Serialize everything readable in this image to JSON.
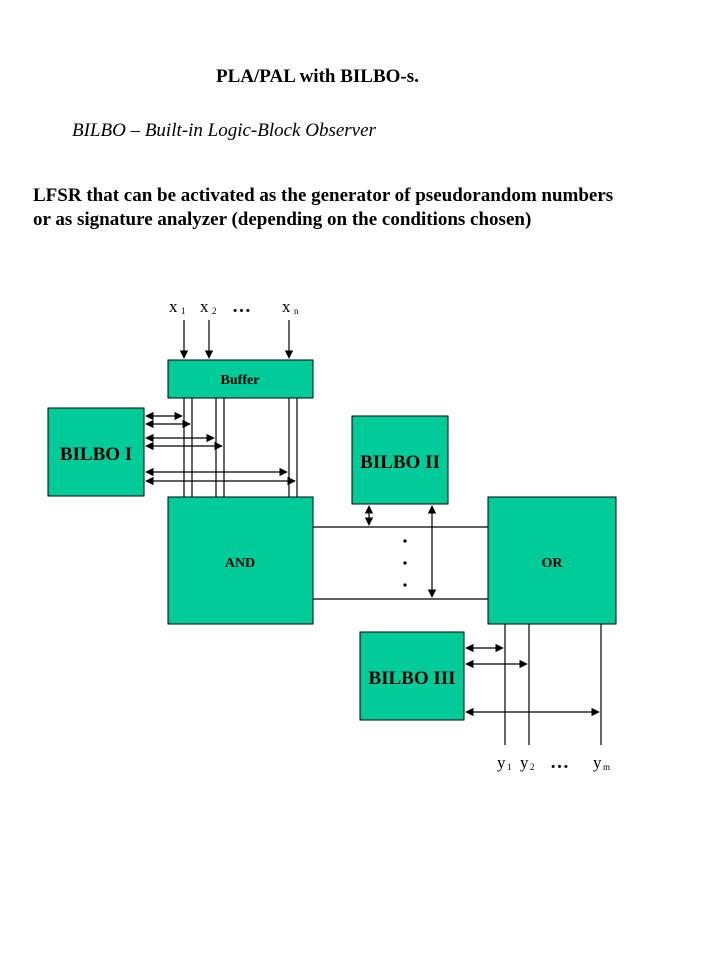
{
  "title": "PLA/PAL with BILBO-s.",
  "subtitle": "BILBO – Built-in Logic-Block Observer",
  "description": {
    "line1": "LFSR that can be activated as the generator of pseudorandom numbers",
    "line2": "or as signature analyzer (depending on the conditions chosen)"
  },
  "diagram": {
    "inputs": {
      "x1": "x",
      "x1_sub": "1",
      "x2": "x",
      "x2_sub": "2",
      "dots": "…",
      "xn": "x",
      "xn_sub": "n"
    },
    "outputs": {
      "y1": "y",
      "y1_sub": "1",
      "y2": "y",
      "y2_sub": "2",
      "dots": "…",
      "ym": "y",
      "ym_sub": "m"
    },
    "blocks": {
      "buffer": "Buffer",
      "bilbo1": "BILBO I",
      "bilbo2": "BILBO II",
      "bilbo3": "BILBO III",
      "and": "AND",
      "or": "OR"
    },
    "colors": {
      "block_fill": "#00cc99",
      "line": "#000000"
    }
  }
}
